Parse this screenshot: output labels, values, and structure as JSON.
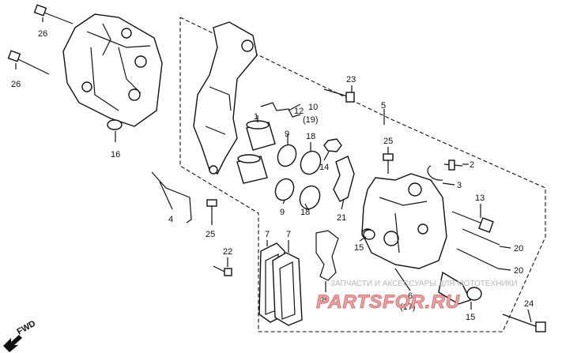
{
  "callouts": {
    "c26a": "26",
    "c26b": "26",
    "c16": "16",
    "c4": "4",
    "c25a": "25",
    "c22": "22",
    "c1": "1",
    "c10": "10",
    "c19": "(19)",
    "c12": "12",
    "c9a": "9",
    "c9b": "9",
    "c18a": "18",
    "c18b": "18",
    "c14": "14",
    "c21": "21",
    "c23": "23",
    "c5": "5",
    "c25b": "25",
    "c2": "2",
    "c3": "3",
    "c13": "13",
    "c20a": "20",
    "c20b": "20",
    "c7a": "7",
    "c7b": "7",
    "c8": "8",
    "c6": "6",
    "c17": "(17)",
    "c15a": "15",
    "c15b": "15",
    "c24": "24"
  },
  "fwd": "FWD",
  "watermark": {
    "line1": "ЗАПЧАСТИ И АКСЕССУАРЫ ДЛЯ МОТОТЕХНИКИ",
    "line2": "PARTSFOR.RU"
  }
}
